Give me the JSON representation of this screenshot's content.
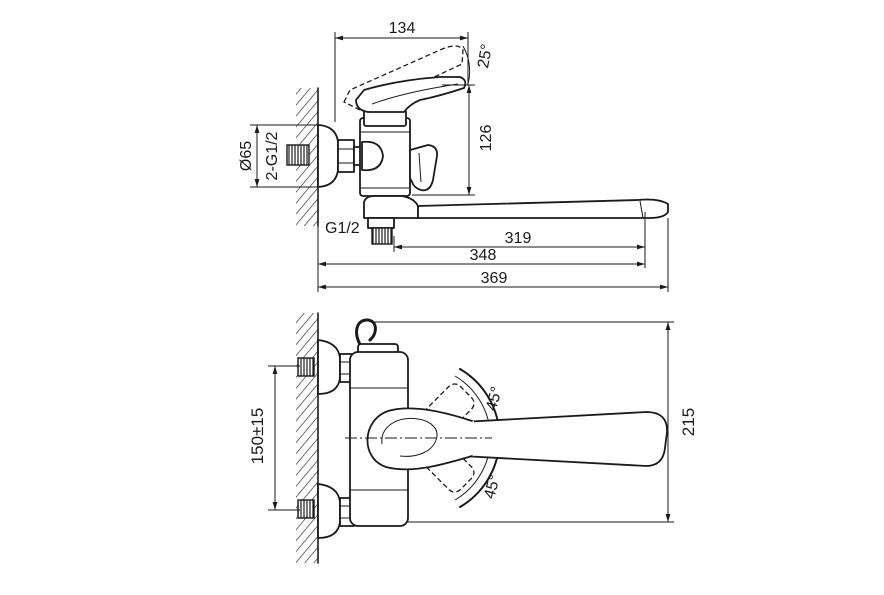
{
  "side_view": {
    "top_width": "134",
    "handle_angle": "25°",
    "height": "126",
    "escutcheon_diameter": "Ø65",
    "inlet_thread": "2-G1/2",
    "outlet_thread": "G1/2",
    "outlet_to_spout_tip": "319",
    "wall_to_spout_tip": "348",
    "overall_projection": "369"
  },
  "front_view": {
    "inlet_spacing": "150±15",
    "handle_angle_up": "45°",
    "handle_angle_down": "45°",
    "overall_height": "215"
  }
}
